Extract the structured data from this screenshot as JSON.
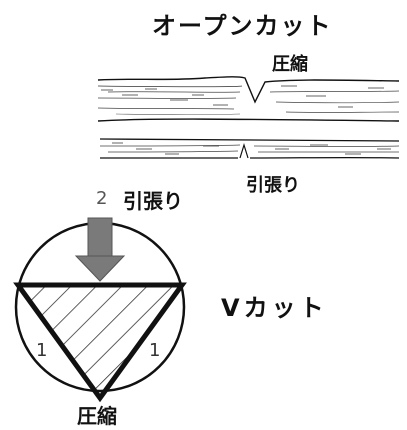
{
  "labels": {
    "open_cut_title": "オープンカット",
    "top_compression": "圧縮",
    "bottom_tension": "引張り",
    "step_number": "2",
    "circle_tension": "引張り",
    "v_cut_title": "Vカット",
    "left_one": "1",
    "right_one": "1",
    "bottom_compression": "圧縮"
  },
  "colors": {
    "line": "#111111",
    "arrow_fill": "#7a7a7a",
    "arrow_stroke": "#555555",
    "texture": "#3a3a3a"
  }
}
